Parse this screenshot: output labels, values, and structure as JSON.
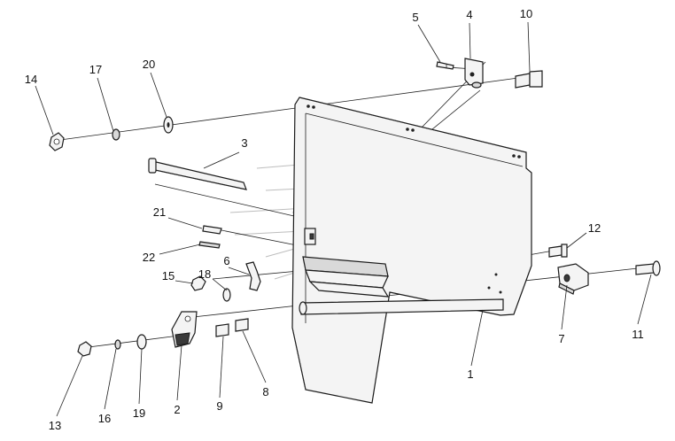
{
  "callouts": [
    {
      "id": "1",
      "label": "1"
    },
    {
      "id": "2",
      "label": "2"
    },
    {
      "id": "3",
      "label": "3"
    },
    {
      "id": "4",
      "label": "4"
    },
    {
      "id": "5",
      "label": "5"
    },
    {
      "id": "6",
      "label": "6"
    },
    {
      "id": "7",
      "label": "7"
    },
    {
      "id": "8",
      "label": "8"
    },
    {
      "id": "9",
      "label": "9"
    },
    {
      "id": "10",
      "label": "10"
    },
    {
      "id": "11",
      "label": "11"
    },
    {
      "id": "12",
      "label": "12"
    },
    {
      "id": "13",
      "label": "13"
    },
    {
      "id": "14",
      "label": "14"
    },
    {
      "id": "15",
      "label": "15"
    },
    {
      "id": "16",
      "label": "16"
    },
    {
      "id": "17",
      "label": "17"
    },
    {
      "id": "18",
      "label": "18"
    },
    {
      "id": "19",
      "label": "19"
    },
    {
      "id": "20",
      "label": "20"
    },
    {
      "id": "21",
      "label": "21"
    },
    {
      "id": "22",
      "label": "22"
    }
  ],
  "colors": {
    "line": "#222222",
    "part_fill": "#f4f4f4",
    "dark_fill": "#3a3a3a",
    "hint_lines": "#bdbdbd"
  }
}
